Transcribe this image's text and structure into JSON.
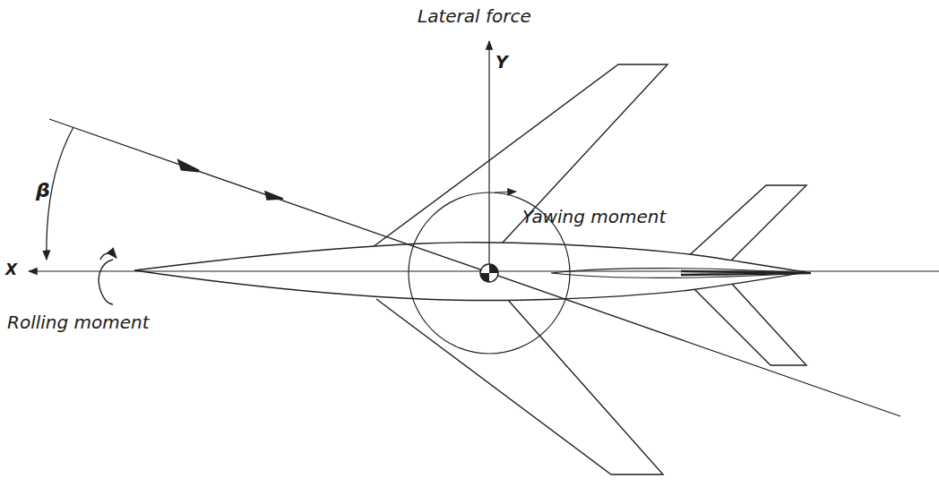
{
  "diagram": {
    "labels": [
      "Lateral force",
      "Y",
      "β",
      "X",
      "Yawing moment",
      "Rolling moment"
    ]
  }
}
